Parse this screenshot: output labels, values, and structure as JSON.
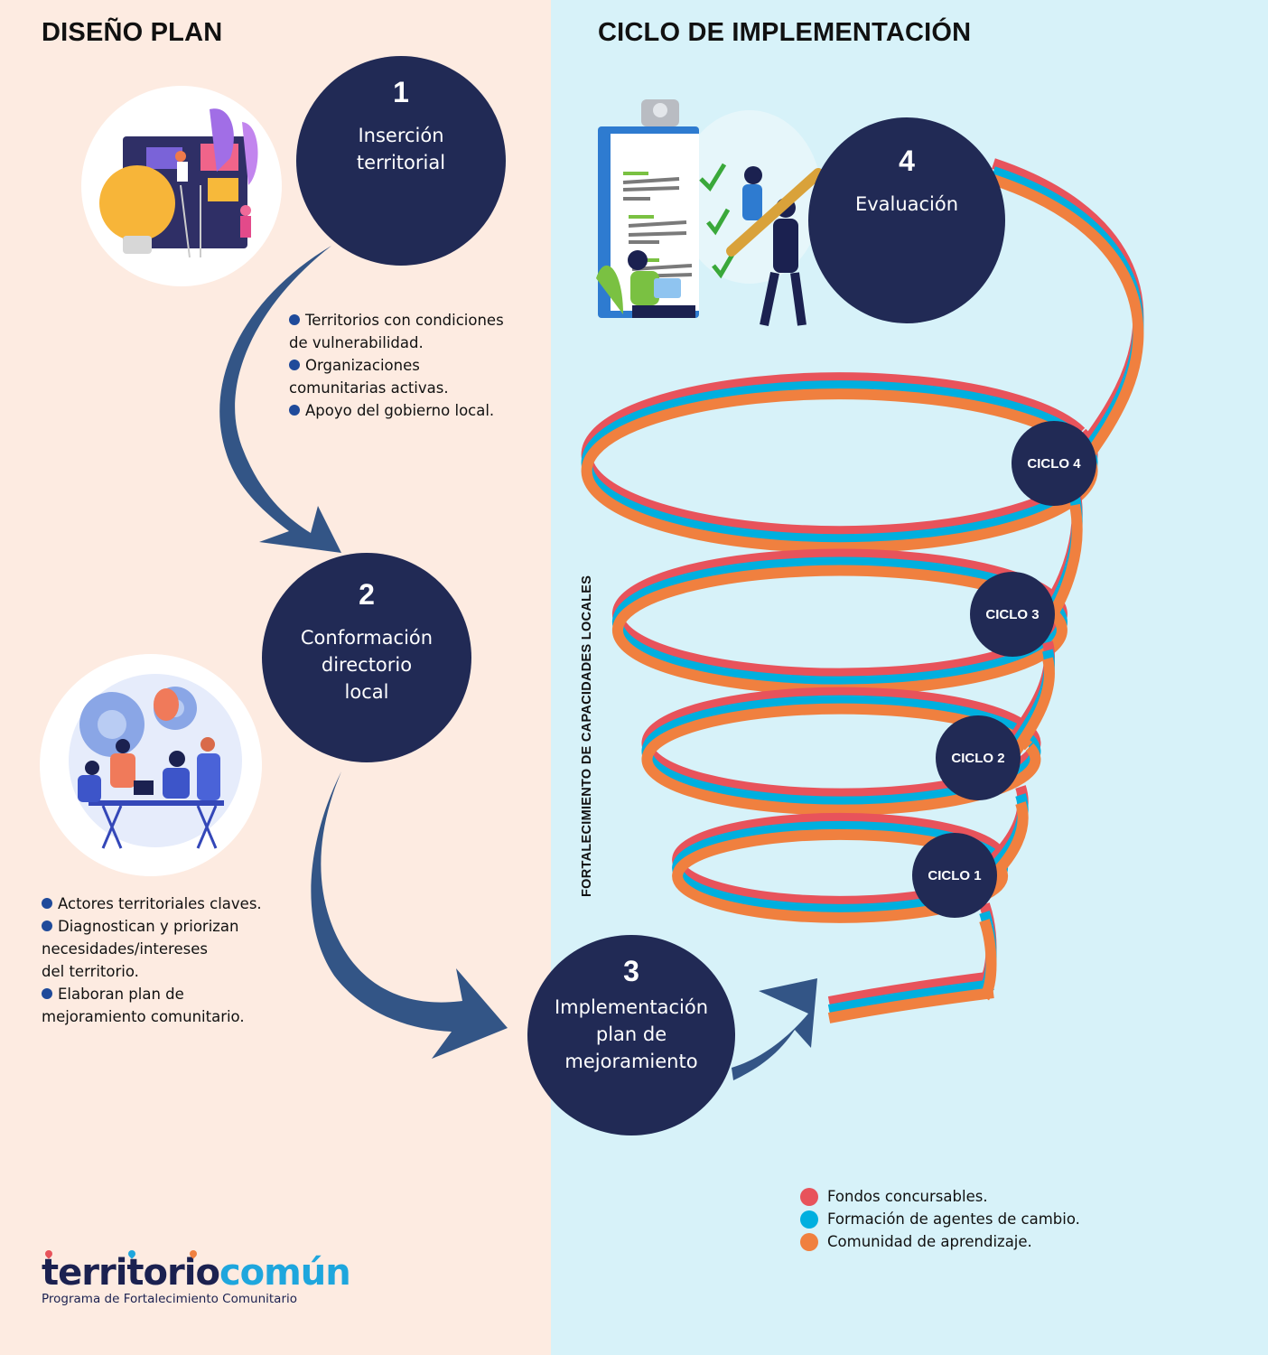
{
  "headings": {
    "left": "DISEÑO PLAN",
    "right": "CICLO DE IMPLEMENTACIÓN"
  },
  "steps": [
    {
      "number": "1",
      "label": "Inserción\nterritorial"
    },
    {
      "number": "2",
      "label": "Conformación\ndirectorio\nlocal"
    },
    {
      "number": "3",
      "label": "Implementación\nplan de\nmejoramiento"
    },
    {
      "number": "4",
      "label": "Evaluación"
    }
  ],
  "step1_bullets": [
    {
      "text": "Territorios con condiciones\nde vulnerabilidad."
    },
    {
      "text": "Organizaciones\ncomunitarias activas."
    },
    {
      "text": "Apoyo del gobierno local."
    }
  ],
  "step2_bullets": [
    {
      "text": "Actores territoriales claves."
    },
    {
      "text": "Diagnostican y priorizan\nnecesidades/intereses\ndel territorio."
    },
    {
      "text": "Elaboran plan de\nmejoramiento comunitario."
    }
  ],
  "cycles": [
    "CICLO 4",
    "CICLO 3",
    "CICLO 2",
    "CICLO 1"
  ],
  "vertical_label": "FORTALECIMIENTO DE CAPACIDADES LOCALES",
  "legend": [
    {
      "label": "Fondos concursables.",
      "color": "#e8535b"
    },
    {
      "label": "Formación de agentes de cambio.",
      "color": "#00afdf"
    },
    {
      "label": "Comunidad de aprendizaje.",
      "color": "#f0803f"
    }
  ],
  "logo": {
    "word1": "territorio",
    "word2": "común",
    "tagline": "Programa de Fortalecimiento Comunitario"
  },
  "colors": {
    "navy": "#212a55",
    "arrow": "#335586",
    "left_bg": "#fdebe1",
    "right_bg": "#d7f2f9",
    "bullet": "#1f4a9a"
  }
}
